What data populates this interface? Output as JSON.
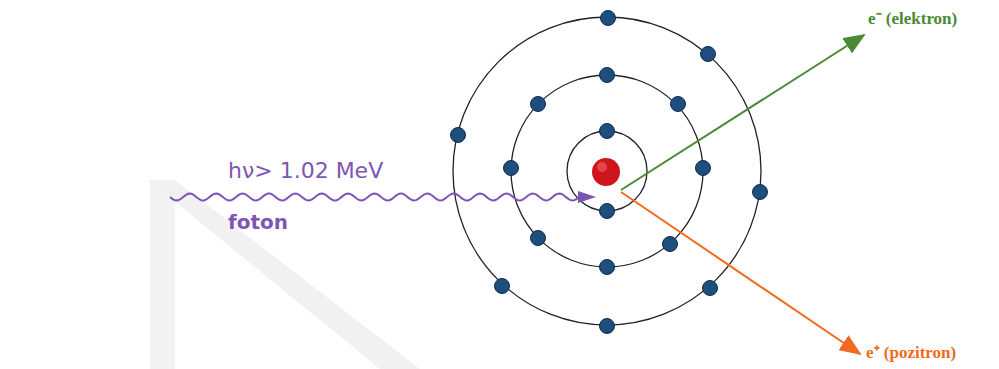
{
  "diagram": {
    "labels": [
      "hν> 1.02 MeV",
      "foton",
      "e⁻ (elektron)",
      "e⁺ (pozitron)"
    ]
  }
}
